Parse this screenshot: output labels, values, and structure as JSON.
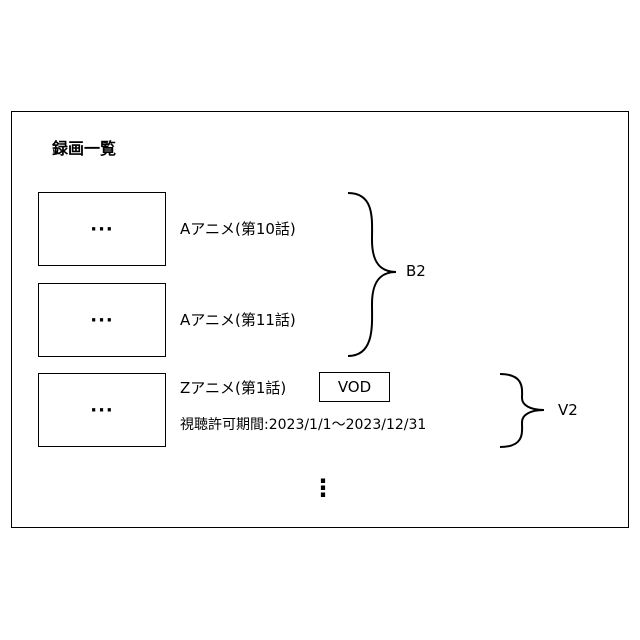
{
  "screen": {
    "title": "録画一覧",
    "items": [
      {
        "thumb": "···",
        "label": "Aアニメ(第10話)"
      },
      {
        "thumb": "···",
        "label": "Aアニメ(第11話)"
      },
      {
        "thumb": "···",
        "label": "Zアニメ(第1話)",
        "badge": "VOD",
        "period": "視聴許可期間:2023/1/1〜2023/12/31"
      }
    ],
    "more": "⋮"
  },
  "annotations": {
    "group_b": "B2",
    "group_v": "V2"
  }
}
